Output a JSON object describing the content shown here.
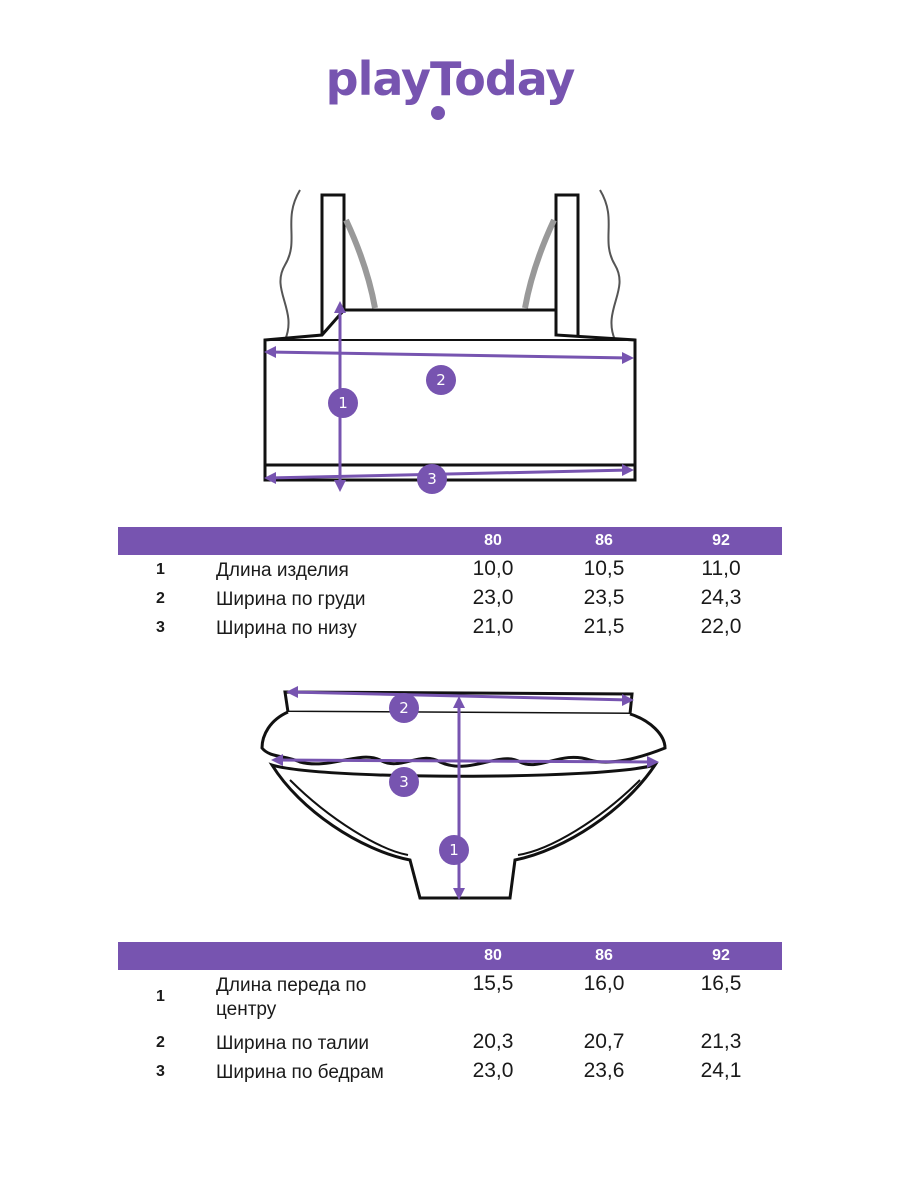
{
  "brand": {
    "logo_text": "playToday",
    "color": "#7754b0"
  },
  "top_table": {
    "headers": [
      "80",
      "86",
      "92"
    ],
    "rows": [
      {
        "num": "1",
        "label": "Длина изделия",
        "values": [
          "10,0",
          "10,5",
          "11,0"
        ]
      },
      {
        "num": "2",
        "label": "Ширина по груди",
        "values": [
          "23,0",
          "23,5",
          "24,3"
        ]
      },
      {
        "num": "3",
        "label": "Ширина по низу",
        "values": [
          "21,0",
          "21,5",
          "22,0"
        ]
      }
    ]
  },
  "bottom_table": {
    "headers": [
      "80",
      "86",
      "92"
    ],
    "rows": [
      {
        "num": "1",
        "label": "Длина переда по центру",
        "values": [
          "15,5",
          "16,0",
          "16,5"
        ]
      },
      {
        "num": "2",
        "label": "Ширина по талии",
        "values": [
          "20,3",
          "20,7",
          "21,3"
        ]
      },
      {
        "num": "3",
        "label": "Ширина по бедрам",
        "values": [
          "23,0",
          "23,6",
          "24,1"
        ]
      }
    ]
  },
  "top_markers": [
    "1",
    "2",
    "3"
  ],
  "bottom_markers": [
    "1",
    "2",
    "3"
  ]
}
